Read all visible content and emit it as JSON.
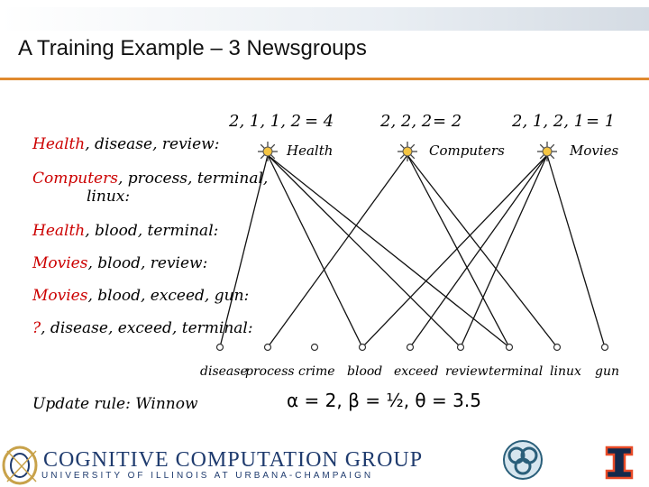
{
  "title": "A Training Example – 3 Newsgroups",
  "examples": [
    {
      "label": "Health",
      "rest": ", disease, review:"
    },
    {
      "label": "Computers",
      "rest": ", process, terminal,",
      "cont": "linux:"
    },
    {
      "label": "Health",
      "rest": ", blood, terminal:"
    },
    {
      "label": "Movies",
      "rest": ", blood, review:"
    },
    {
      "label": "Movies",
      "rest": ", blood, exceed, gun:"
    },
    {
      "label": "?",
      "rest": ", disease, exceed, terminal:"
    }
  ],
  "nodes": [
    {
      "weights": "2, 1, 1, 2",
      "eq": "= 4",
      "name": "Health"
    },
    {
      "weights": "2, 2, 2",
      "eq": "= 2",
      "name": "Computers"
    },
    {
      "weights": "2, 1, 2, 1",
      "eq": "= 1",
      "name": "Movies"
    }
  ],
  "features": [
    "disease",
    "process",
    "crime",
    "blood",
    "exceed",
    "review",
    "terminal",
    "linux",
    "gun"
  ],
  "update_rule": "Update rule: Winnow",
  "params": "α = 2, β = ½, θ = 3.5",
  "logo": {
    "title": "COGNITIVE COMPUTATION GROUP",
    "subtitle": "UNIVERSITY OF ILLINOIS AT URBANA-CHAMPAIGN"
  },
  "colors": {
    "accent": "#e08a2e",
    "label": "#cc0000",
    "logo": "#1f3b6e",
    "node": "#f5c542"
  }
}
